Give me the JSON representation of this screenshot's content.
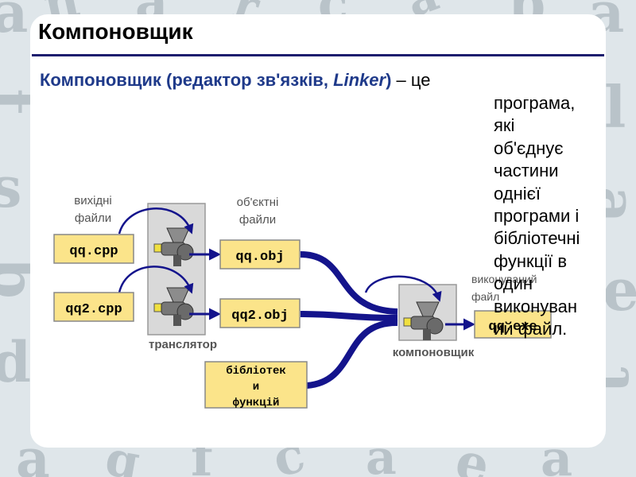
{
  "title": "Компоновщик",
  "subtitle": {
    "term": "Компоновщик (редактор зв'язків, ",
    "english": "Linker",
    "close": ")",
    "tail": " – це"
  },
  "description_lines": [
    "програма,",
    "які",
    "об'єднує",
    "частини",
    "однієї",
    "програми і",
    "бібліотечні",
    "функції в",
    "один",
    "виконуван",
    "ий файл."
  ],
  "diagram": {
    "source_label": [
      "вихідні",
      "файли"
    ],
    "object_label": [
      "об'єктні",
      "файли"
    ],
    "exe_label": [
      "виконуваний",
      "файл"
    ],
    "source_files": [
      "qq.cpp",
      "qq2.cpp"
    ],
    "object_files": [
      "qq.obj",
      "qq2.obj"
    ],
    "library_box": [
      "бібліотек",
      "и",
      "функцій"
    ],
    "exe_file": "qq.exe",
    "translator_label": "транслятор",
    "linker_label": "компоновщик"
  },
  "colors": {
    "title_rule": "#1d1e6e",
    "subtitle": "#1f3a8a",
    "file_box": "#fbe48a",
    "arrow": "#14148c",
    "machine_panel": "#d9d9d9"
  }
}
